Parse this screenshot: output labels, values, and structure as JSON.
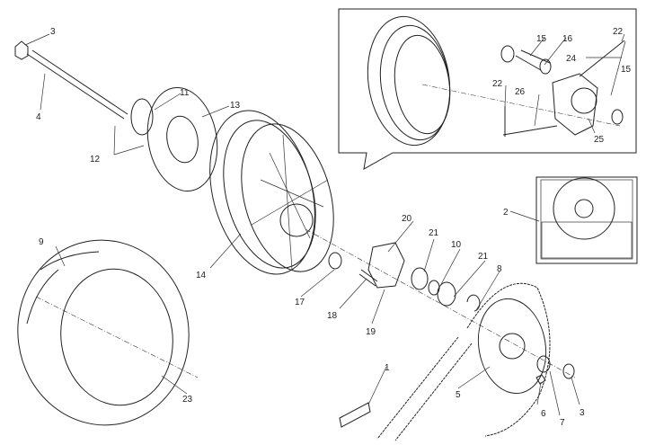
{
  "diagram": {
    "title": "Rear wheel exploded parts view",
    "callouts": {
      "c1": "1",
      "c2": "2",
      "c3a": "3",
      "c3b": "3",
      "c4": "4",
      "c5": "5",
      "c6": "6",
      "c7": "7",
      "c8": "8",
      "c9": "9",
      "c10": "10",
      "c11": "11",
      "c12": "12",
      "c13": "13",
      "c14": "14",
      "c15a": "15",
      "c15b": "15",
      "c16": "16",
      "c17": "17",
      "c18": "18",
      "c19": "19",
      "c20": "20",
      "c21a": "21",
      "c21b": "21",
      "c22a": "22",
      "c22b": "22",
      "c23": "23",
      "c24": "24",
      "c25": "25",
      "c26": "26"
    }
  }
}
